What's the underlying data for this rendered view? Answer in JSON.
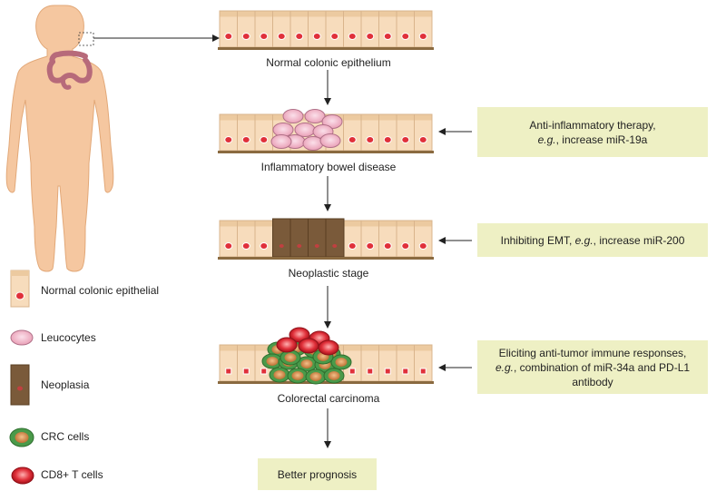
{
  "stages": [
    {
      "label": "Normal colonic epithelium"
    },
    {
      "label": "Inflammatory bowel disease"
    },
    {
      "label": "Neoplastic stage"
    },
    {
      "label": "Colorectal carcinoma"
    }
  ],
  "interventions": [
    {
      "line1": "Anti-inflammatory therapy,",
      "line2_em": "e.g.",
      "line2_rest": ", increase miR-19a"
    },
    {
      "line1_pre": "Inhibiting EMT, ",
      "line1_em": "e.g.",
      "line1_rest": ", increase miR-200"
    },
    {
      "line1": "Eliciting anti-tumor immune responses,",
      "line2_em": "e.g.",
      "line2_rest": ", combination of miR-34a and PD-L1",
      "line3": "antibody"
    }
  ],
  "outcome": {
    "label": "Better prognosis"
  },
  "legend": [
    {
      "label": "Normal colonic epithelial"
    },
    {
      "label": "Leucocytes"
    },
    {
      "label": "Neoplasia"
    },
    {
      "label": "CRC cells"
    },
    {
      "label": "CD8+ T cells"
    }
  ],
  "colors": {
    "cell_fill": "#f7dcbc",
    "cell_stroke": "#d9b48c",
    "nucleus": "#e0303a",
    "basement": "#8a6a40",
    "leucocyte": "#f2b8c8",
    "neoplasia": "#7a5a3a",
    "crc_outer": "#4a9a4a",
    "crc_inner": "#c87a3a",
    "tcell": "#e0303a",
    "box": "#eef0c4",
    "skin": "#f5c7a0"
  }
}
